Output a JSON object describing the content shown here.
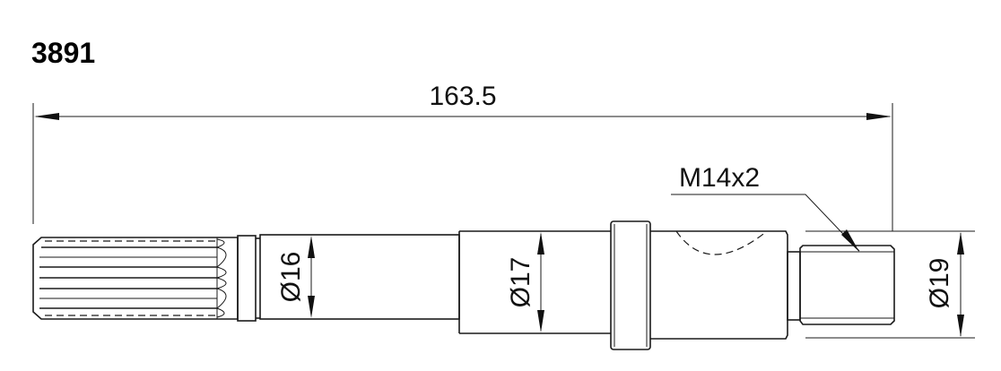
{
  "part_number": "3891",
  "dimensions": {
    "overall_length": "163.5",
    "spline_shaft_diameter": "Ø16",
    "middle_shaft_diameter": "Ø17",
    "body_diameter": "Ø19",
    "thread": "M14x2"
  }
}
